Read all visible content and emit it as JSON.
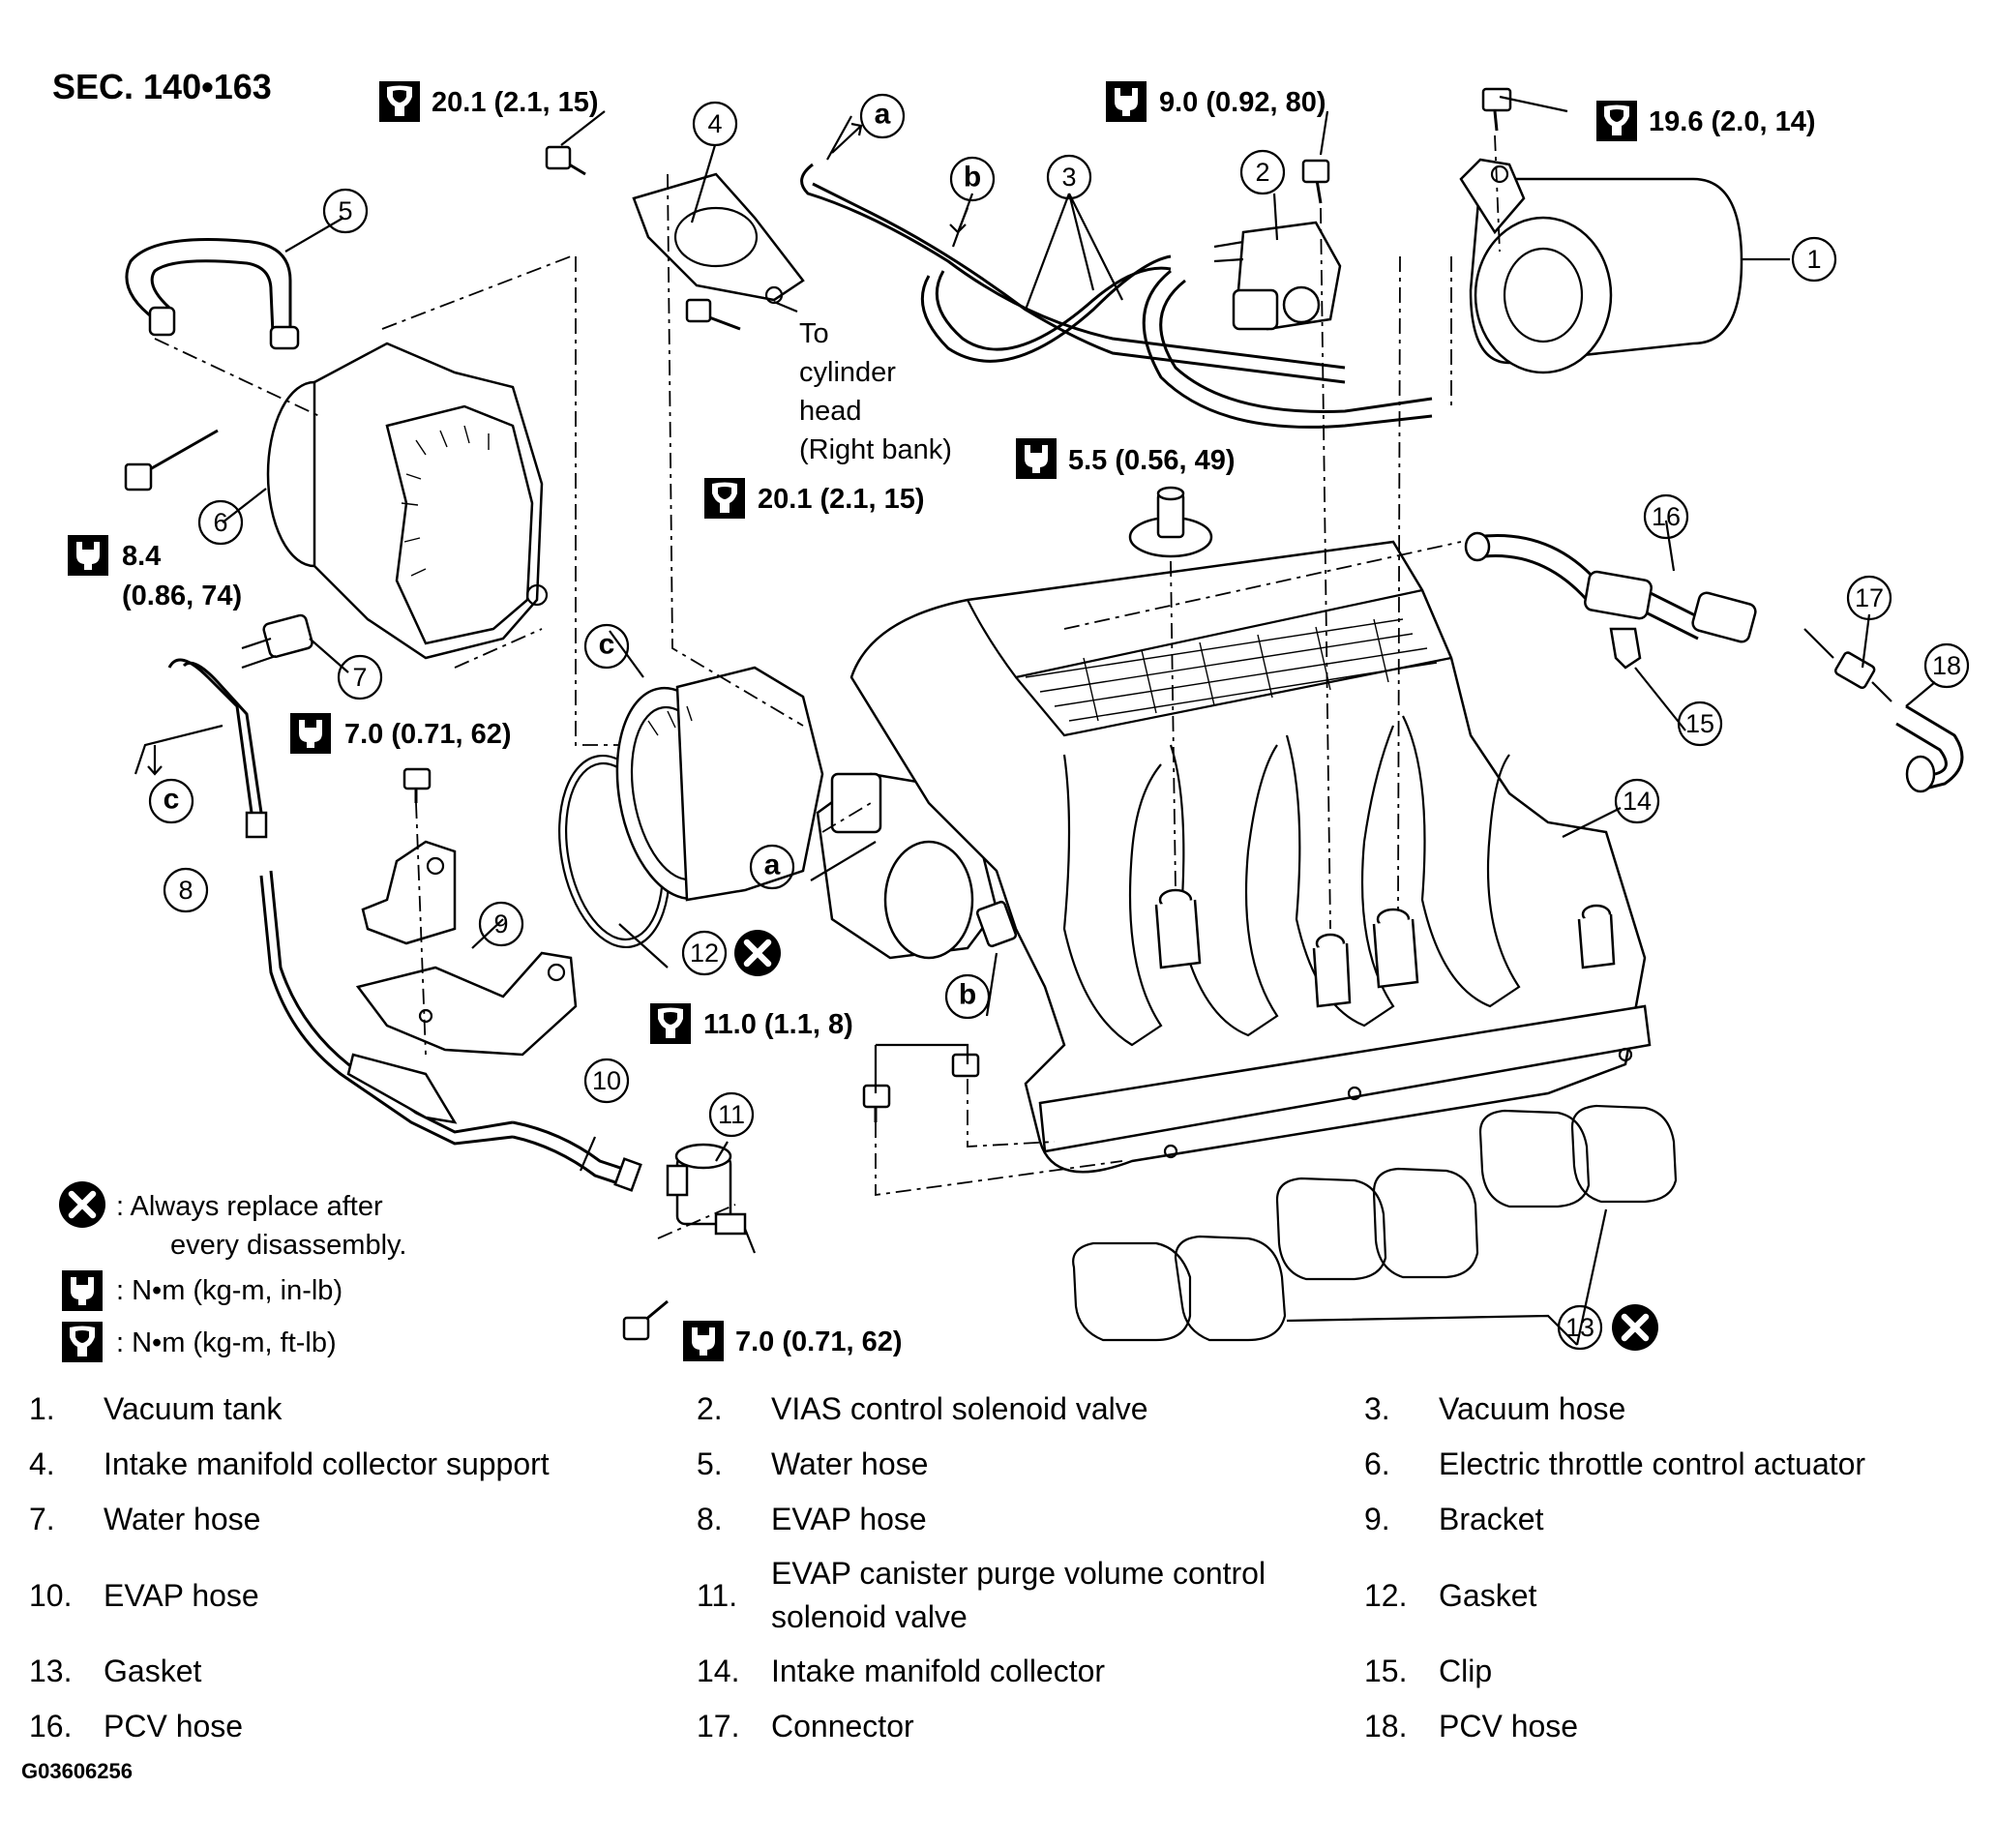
{
  "section_label": "SEC. 140•163",
  "torque_specs": {
    "t_top_left": "20.1 (2.1, 15)",
    "t_top_mid": "9.0 (0.92, 80)",
    "t_top_right": "19.6 (2.0, 14)",
    "t_bracket": "20.1 (2.1, 15)",
    "t_collector": "5.5 (0.56, 49)",
    "t_throttle_a": "8.4",
    "t_throttle_b": "(0.86, 74)",
    "t_bracket9": "7.0 (0.71, 62)",
    "t_lower": "11.0 (1.1, 8)",
    "t_solenoid": "7.0 (0.71, 62)"
  },
  "annotation": {
    "to_line1": "To",
    "to_line2": "cylinder",
    "to_line3": "head",
    "to_line4": "(Right bank)"
  },
  "callout_numbers": [
    "1",
    "2",
    "3",
    "4",
    "5",
    "6",
    "7",
    "8",
    "9",
    "10",
    "11",
    "12",
    "13",
    "14",
    "15",
    "16",
    "17",
    "18"
  ],
  "callout_letters": {
    "a": "a",
    "b": "b",
    "c": "c"
  },
  "symbol_notes": {
    "replace_line1": ": Always replace after",
    "replace_line2": "every disassembly.",
    "unit_in_lb": ": N•m (kg-m, in-lb)",
    "unit_ft_lb": ": N•m (kg-m, ft-lb)"
  },
  "legend": [
    {
      "num": "1.",
      "text": "Vacuum tank"
    },
    {
      "num": "2.",
      "text": "VIAS control solenoid valve"
    },
    {
      "num": "3.",
      "text": "Vacuum hose"
    },
    {
      "num": "4.",
      "text": "Intake manifold collector support"
    },
    {
      "num": "5.",
      "text": "Water hose"
    },
    {
      "num": "6.",
      "text": "Electric throttle control actuator"
    },
    {
      "num": "7.",
      "text": "Water hose"
    },
    {
      "num": "8.",
      "text": "EVAP hose"
    },
    {
      "num": "9.",
      "text": "Bracket"
    },
    {
      "num": "10.",
      "text": "EVAP hose"
    },
    {
      "num": "11.",
      "text": "EVAP canister purge volume control solenoid valve"
    },
    {
      "num": "12.",
      "text": "Gasket"
    },
    {
      "num": "13.",
      "text": "Gasket"
    },
    {
      "num": "14.",
      "text": "Intake manifold collector"
    },
    {
      "num": "15.",
      "text": "Clip"
    },
    {
      "num": "16.",
      "text": "PCV hose"
    },
    {
      "num": "17.",
      "text": "Connector"
    },
    {
      "num": "18.",
      "text": "PCV hose"
    }
  ],
  "figure_id": "G03606256"
}
